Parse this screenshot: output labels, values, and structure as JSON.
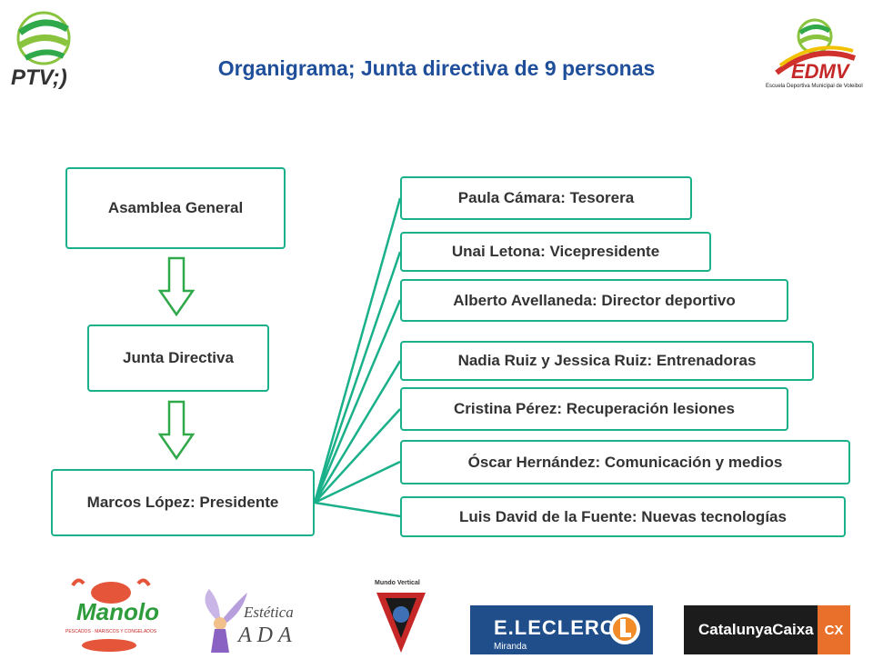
{
  "title": "Organigrama; Junta directiva de 9 personas",
  "colors": {
    "title": "#1f4e9a",
    "border": "#19b08a",
    "arrow": "#2fa94a",
    "text": "#333333"
  },
  "org": {
    "asamblea": "Asamblea General",
    "junta": "Junta Directiva",
    "presidente": "Marcos López: Presidente",
    "roles": [
      "Paula Cámara: Tesorera",
      "Unai Letona: Vicepresidente",
      "Alberto Avellaneda: Director deportivo",
      "Nadia Ruiz y Jessica Ruiz: Entrenadoras",
      "Cristina Pérez: Recuperación lesiones",
      "Óscar Hernández: Comunicación y medios",
      "Luis David de la Fuente: Nuevas tecnologías"
    ]
  },
  "logos": {
    "ptv": "PTV;)",
    "edmv": "EDMV",
    "edmv_sub": "Escuela Deportiva Municipal de Voleibol",
    "manolo": "Manolo",
    "manolo_sub": "PESCADOS · MARISCOS Y CONGELADOS",
    "estetica": "Estética",
    "ada": "ADA",
    "mundo_vertical": "Mundo Vertical",
    "leclerc": "E.LECLERC",
    "leclerc_sub": "Miranda",
    "catalunya": "CatalunyaCaixa",
    "cx": "CX"
  }
}
